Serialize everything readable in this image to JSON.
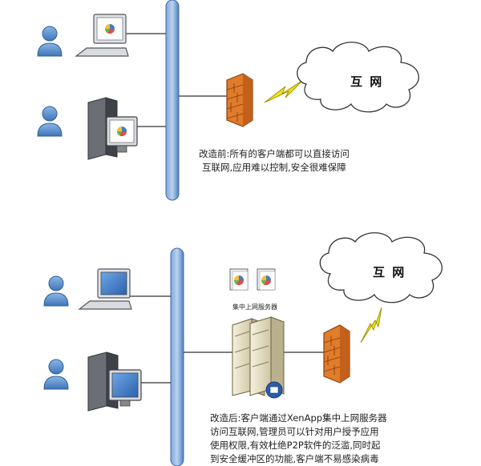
{
  "top": {
    "cloud_label": "互 网",
    "caption_lines": [
      "改造前:所有的客户端都可以直接访问",
      "互联网,应用难以控制,安全很难保障"
    ]
  },
  "bottom": {
    "cloud_label": "互 网",
    "server_title": "集中上网服务器",
    "caption_lines": [
      "改造后:客户端通过XenApp集中上网服务器",
      "访问互联网,管理员可以针对用户授予应用",
      "使用权限,有效杜绝P2P软件的泛滥,同时起",
      "到安全缓冲区的功能,客户端不易感染病毒"
    ]
  },
  "colors": {
    "bus": "#5b8cc8",
    "firewall": "#e07c2a",
    "lightning": "#f2e21a",
    "user": "#4f86c6",
    "monitor_screen": "#3b78c8"
  },
  "icons": [
    "user-icon",
    "laptop-icon",
    "desktop-icon",
    "firewall-icon",
    "lightning-icon",
    "cloud-icon",
    "server-icon",
    "app-icon"
  ]
}
